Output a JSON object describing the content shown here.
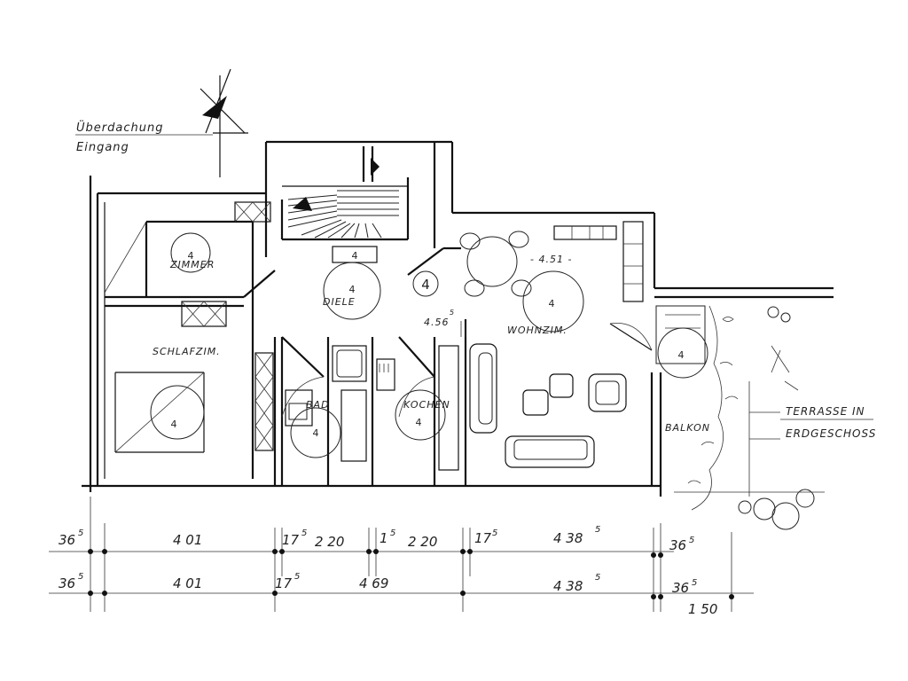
{
  "annotations": {
    "roof_line1": "Überdachung",
    "roof_line2": "Eingang",
    "terrace_line1": "TERRASSE IN",
    "terrace_line2": "ERDGESCHOSS"
  },
  "rooms": {
    "zimmer": "ZIMMER",
    "schlafzimmer": "SCHLAFZIM.",
    "diele": "DIELE",
    "bad": "BAD",
    "kochen": "KOCHEN",
    "wohnzimmer": "WOHNZIM.",
    "balkon": "BALKON"
  },
  "circle_marks": {
    "zimmer": "4",
    "diele": "4",
    "stair_circle": "4",
    "schlafzimmer": "4",
    "bad": "4",
    "kochen": "4",
    "wohnzimmer": "4",
    "balkon": "4"
  },
  "level_marks": {
    "diele_level": "4.56",
    "diele_level_sup": "5",
    "wohn_level": "- 4.51 -",
    "stair_window": "4"
  },
  "dimensions": {
    "row1": [
      {
        "main": "36",
        "sup": "5"
      },
      {
        "main": "4 01",
        "sup": ""
      },
      {
        "main": "17",
        "sup": "5"
      },
      {
        "main": "2 20",
        "sup": ""
      },
      {
        "main": "1",
        "sup": "5"
      },
      {
        "main": "2 20",
        "sup": ""
      },
      {
        "main": "17",
        "sup": "5"
      },
      {
        "main": "4 38",
        "sup": "5"
      },
      {
        "main": "36",
        "sup": "5"
      }
    ],
    "row2": [
      {
        "main": "36",
        "sup": "5"
      },
      {
        "main": "4 01",
        "sup": ""
      },
      {
        "main": "17",
        "sup": "5"
      },
      {
        "main": "4 69",
        "sup": ""
      },
      {
        "main": "4 38",
        "sup": "5"
      },
      {
        "main": "36",
        "sup": "5"
      },
      {
        "main": "1 50",
        "sup": ""
      }
    ]
  }
}
